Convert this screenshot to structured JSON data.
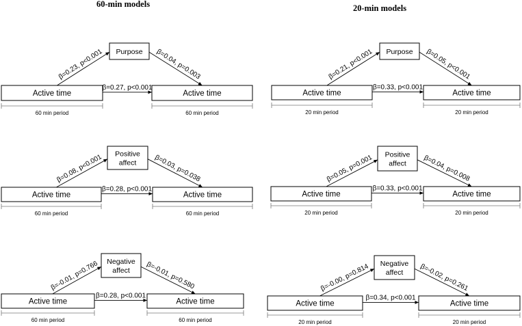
{
  "headings": {
    "left": "60-min models",
    "right": "20-min models"
  },
  "models": [
    {
      "mediator_lines": [
        "Purpose"
      ],
      "outcome": "Active time",
      "predictor": "Active time",
      "path_a": "β=0.23, p<0.001",
      "path_b": "β=0.04, p=0.003",
      "path_c": "β=0.27, p<0.001",
      "predictor_period": "60 min period",
      "outcome_period": "60 min period"
    },
    {
      "mediator_lines": [
        "Purpose"
      ],
      "outcome": "Active time",
      "predictor": "Active time",
      "path_a": "β=0.21, p<0.001",
      "path_b": "β=0.05, p<0.001",
      "path_c": "β=0.33, p<0.001",
      "predictor_period": "20 min period",
      "outcome_period": "20 min period"
    },
    {
      "mediator_lines": [
        "Positive",
        "affect"
      ],
      "outcome": "Active time",
      "predictor": "Active time",
      "path_a": "β=0.08, p<0.001",
      "path_b": "β=0.03, p=0.038",
      "path_c": "β=0.28, p<0.001",
      "predictor_period": "60 min period",
      "outcome_period": "60 min period"
    },
    {
      "mediator_lines": [
        "Positive",
        "affect"
      ],
      "outcome": "Active time",
      "predictor": "Active time",
      "path_a": "β=0.05, p=0.001",
      "path_b": "β=0.04, p=0.008",
      "path_c": "β=0.33, p<0.001",
      "predictor_period": "20 min period",
      "outcome_period": "20 min period"
    },
    {
      "mediator_lines": [
        "Negative",
        "affect"
      ],
      "outcome": "Active time",
      "predictor": "Active time",
      "path_a": "β=-0.01, p=0.766",
      "path_b": "β=-0.01, p=0.580",
      "path_c": "β=0.28, p<0.001",
      "predictor_period": "60 min period",
      "outcome_period": "60 min period"
    },
    {
      "mediator_lines": [
        "Negative",
        "affect"
      ],
      "outcome": "Active time",
      "predictor": "Active time",
      "path_a": "β=-0.00, p=0.814",
      "path_b": "β=-0.02, p=0.261",
      "path_c": "β=0.34, p<0.001",
      "predictor_period": "20 min period",
      "outcome_period": "20 min period"
    }
  ]
}
